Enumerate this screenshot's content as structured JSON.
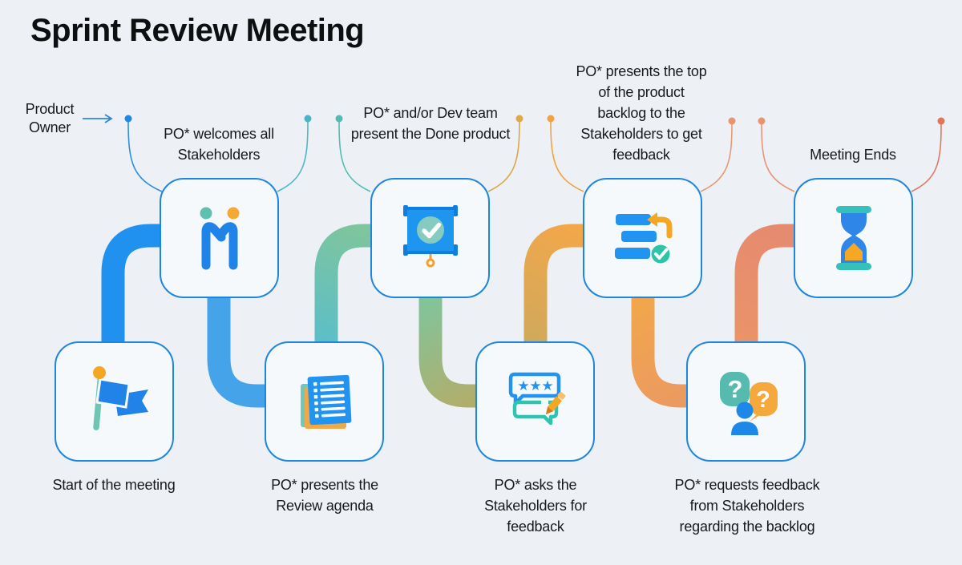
{
  "title": "Sprint Review Meeting",
  "pointer": {
    "label": "Product Owner"
  },
  "icons": {
    "question_mark": "?",
    "star": "★"
  },
  "steps": [
    {
      "id": "start",
      "row": "bottom",
      "icon": "flag-icon",
      "label": "Start of the meeting"
    },
    {
      "id": "welcome",
      "row": "top",
      "icon": "handshake-icon",
      "label": "PO* welcomes all Stakeholders"
    },
    {
      "id": "agenda",
      "row": "bottom",
      "icon": "documents-icon",
      "label": "PO* presents the Review agenda"
    },
    {
      "id": "present",
      "row": "top",
      "icon": "presentation-check-icon",
      "label": "PO* and/or Dev team present the Done product"
    },
    {
      "id": "ask-feedback",
      "row": "bottom",
      "icon": "rating-review-icon",
      "label": "PO* asks the Stakeholders for feedback"
    },
    {
      "id": "backlog",
      "row": "top",
      "icon": "backlog-list-icon",
      "label": "PO* presents the top of the product backlog to the Stakeholders to get feedback"
    },
    {
      "id": "request-feedback",
      "row": "bottom",
      "icon": "questions-person-icon",
      "label": "PO* requests feedback from Stakeholders regarding the backlog"
    },
    {
      "id": "end",
      "row": "top",
      "icon": "hourglass-icon",
      "label": "Meeting Ends"
    }
  ],
  "colors": {
    "background": "#EDF1F6",
    "node_border": "#1C86E0",
    "node_fill": "#F6F9FC",
    "blue": "#2191F0",
    "teal": "#58BFCA",
    "green": "#7FC59D",
    "olive": "#B1AE6C",
    "orange": "#F2A74A",
    "salmon": "#E68A70",
    "text": "#17191C"
  }
}
